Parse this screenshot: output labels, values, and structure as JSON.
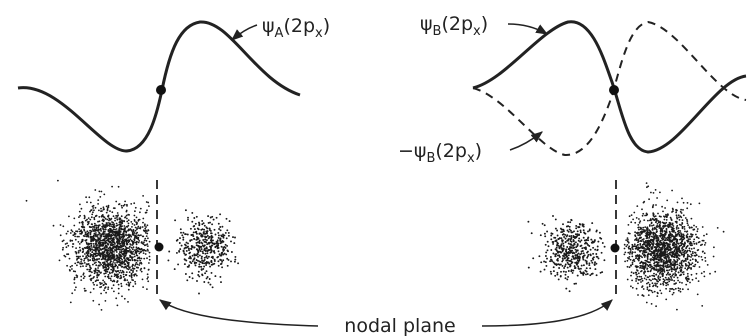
{
  "labels": {
    "psi_a": {
      "symbol": "ψ",
      "sub": "A",
      "arg": "(2p",
      "arg_sub": "x",
      "close": ")"
    },
    "psi_b": {
      "symbol": "ψ",
      "sub": "B",
      "arg": "(2p",
      "arg_sub": "x",
      "close": ")"
    },
    "neg_psi_b": {
      "symbol": "−ψ",
      "sub": "B",
      "arg": "(2p",
      "arg_sub": "x",
      "close": ")"
    },
    "nodal_plane": "nodal plane"
  },
  "colors": {
    "ink": "#222222",
    "background": "#ffffff"
  }
}
